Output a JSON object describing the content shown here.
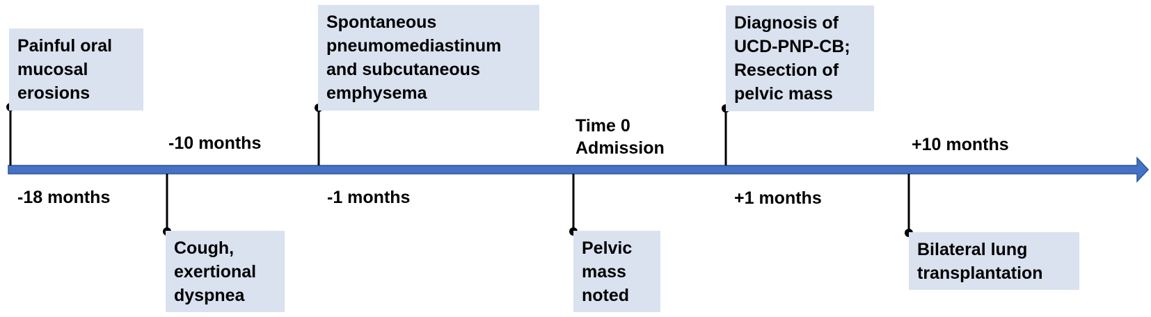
{
  "colors": {
    "axis": "#4472c4",
    "axis_border": "#2f5597",
    "box_fill": "#dae1ef",
    "marker": "#000000"
  },
  "events": [
    {
      "id": "oral-erosions",
      "text": "Painful oral\nmucosal\nerosions"
    },
    {
      "id": "cough",
      "text": "Cough,\nexertional\ndyspnea"
    },
    {
      "id": "pneumomediastinum",
      "text": "Spontaneous\npneumomediastinum\nand subcutaneous\nemphysema"
    },
    {
      "id": "pelvic-mass",
      "text": "Pelvic\nmass\nnoted"
    },
    {
      "id": "diagnosis",
      "text": "Diagnosis of\nUCD-PNP-CB;\nResection of\npelvic mass"
    },
    {
      "id": "transplant",
      "text": "Bilateral lung\ntransplantation"
    }
  ],
  "time_labels": [
    {
      "id": "m18",
      "text": "-18 months"
    },
    {
      "id": "m10",
      "text": "-10 months"
    },
    {
      "id": "m1",
      "text": "-1 months"
    },
    {
      "id": "t0",
      "text": "Time 0\nAdmission"
    },
    {
      "id": "p1",
      "text": "+1 months"
    },
    {
      "id": "p10",
      "text": "+10 months"
    }
  ]
}
